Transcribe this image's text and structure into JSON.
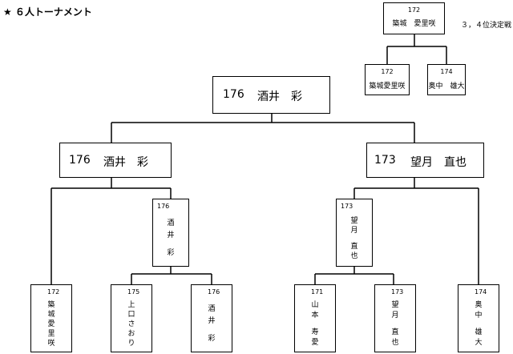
{
  "title": "★ ６人トーナメント",
  "third_place_label": "３，４位決定戦",
  "third_place": {
    "winner": {
      "number": "172",
      "name": "築城　愛里咲"
    },
    "players": [
      {
        "number": "172",
        "name": "築城愛里咲"
      },
      {
        "number": "174",
        "name": "奥中　雄大"
      }
    ]
  },
  "final": {
    "champion": {
      "number": "176",
      "name": "酒井　彩"
    },
    "finalists": [
      {
        "number": "176",
        "name": "酒井　彩"
      },
      {
        "number": "173",
        "name": "望月　直也"
      }
    ]
  },
  "semifinal_winners": [
    {
      "number": "176",
      "lines": [
        "酒",
        "井",
        "",
        "彩"
      ]
    },
    {
      "number": "173",
      "lines": [
        "望",
        "月",
        "",
        "直",
        "也"
      ]
    }
  ],
  "first_round": [
    {
      "number": "172",
      "lines": [
        "築",
        "城",
        "愛",
        "里",
        "咲"
      ]
    },
    {
      "number": "175",
      "lines": [
        "上",
        "口",
        "さ",
        "お",
        "り"
      ]
    },
    {
      "number": "176",
      "lines": [
        "酒",
        "井",
        "",
        "彩"
      ]
    },
    {
      "number": "171",
      "lines": [
        "山",
        "本",
        "",
        "寿",
        "愛"
      ]
    },
    {
      "number": "173",
      "lines": [
        "望",
        "月",
        "",
        "直",
        "也"
      ]
    },
    {
      "number": "174",
      "lines": [
        "奥",
        "中",
        "",
        "雄",
        "大"
      ]
    }
  ]
}
